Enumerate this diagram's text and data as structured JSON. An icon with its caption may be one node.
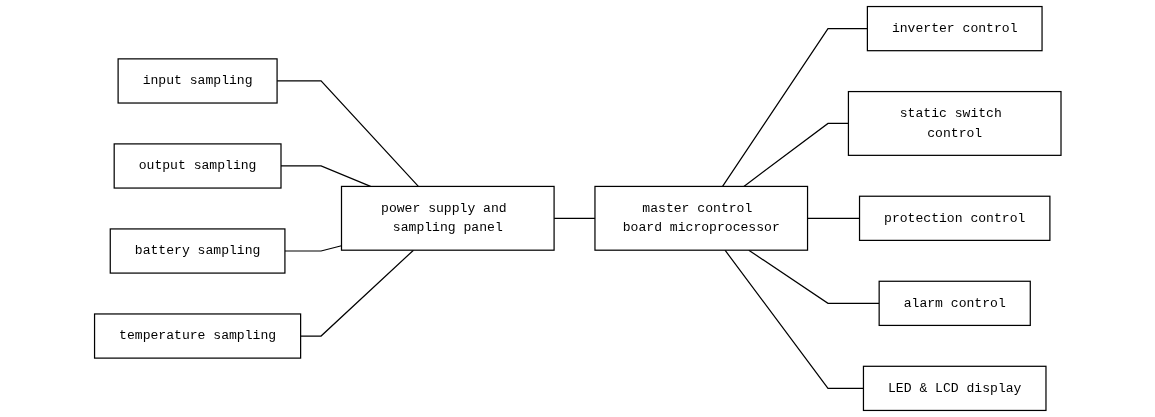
{
  "diagram": {
    "nodes": [
      {
        "text": [
          "input sampling"
        ]
      },
      {
        "text": [
          "output sampling"
        ]
      },
      {
        "text": [
          "battery sampling"
        ]
      },
      {
        "text": [
          "temperature sampling"
        ]
      },
      {
        "text": [
          "power supply and sampling panel"
        ]
      },
      {
        "text": [
          "inverter control"
        ]
      },
      {
        "text": [
          "static switch control"
        ]
      },
      {
        "text": [
          "master control board microprocessor"
        ]
      },
      {
        "text": [
          "protection control"
        ]
      },
      {
        "text": [
          "alarm control"
        ]
      },
      {
        "text": [
          "LED & LCD display"
        ]
      }
    ],
    "edges": [
      {
        "from": 0,
        "to": 4,
        "arrow": "none"
      },
      {
        "from": 1,
        "to": 4,
        "arrow": "none"
      },
      {
        "from": 2,
        "to": 4,
        "arrow": "none"
      },
      {
        "from": 3,
        "to": 4,
        "arrow": "none"
      },
      {
        "from": 4,
        "to": 7,
        "arrow": "none"
      },
      {
        "from": 5,
        "to": 7,
        "arrow": "none"
      },
      {
        "from": 6,
        "to": 7,
        "arrow": "none"
      },
      {
        "from": 7,
        "to": 8,
        "arrow": "none"
      },
      {
        "from": 7,
        "to": 9,
        "arrow": "none"
      },
      {
        "from": 7,
        "to": 10,
        "arrow": "none"
      }
    ]
  }
}
